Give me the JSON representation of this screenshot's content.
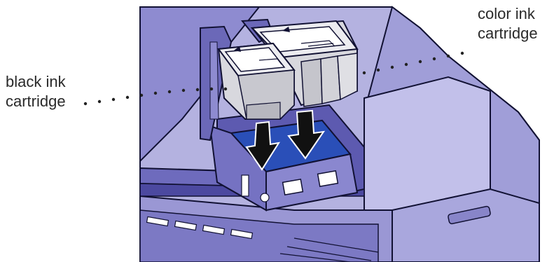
{
  "figure": {
    "subject": "printer-ink-cartridge-installation",
    "colors": {
      "printer_body": "#a8a6d9",
      "printer_dark": "#5f5ca8",
      "carriage_blue": "#2a4fb8",
      "cartridge_gray": "#d8d8de",
      "outline": "#111133"
    }
  },
  "labels": {
    "black_line1": "black ink",
    "black_line2": "cartridge",
    "color_line1": "color ink",
    "color_line2": "cartridge"
  },
  "icons": {
    "down_arrow_left": "down-arrow-icon",
    "down_arrow_right": "down-arrow-icon"
  }
}
